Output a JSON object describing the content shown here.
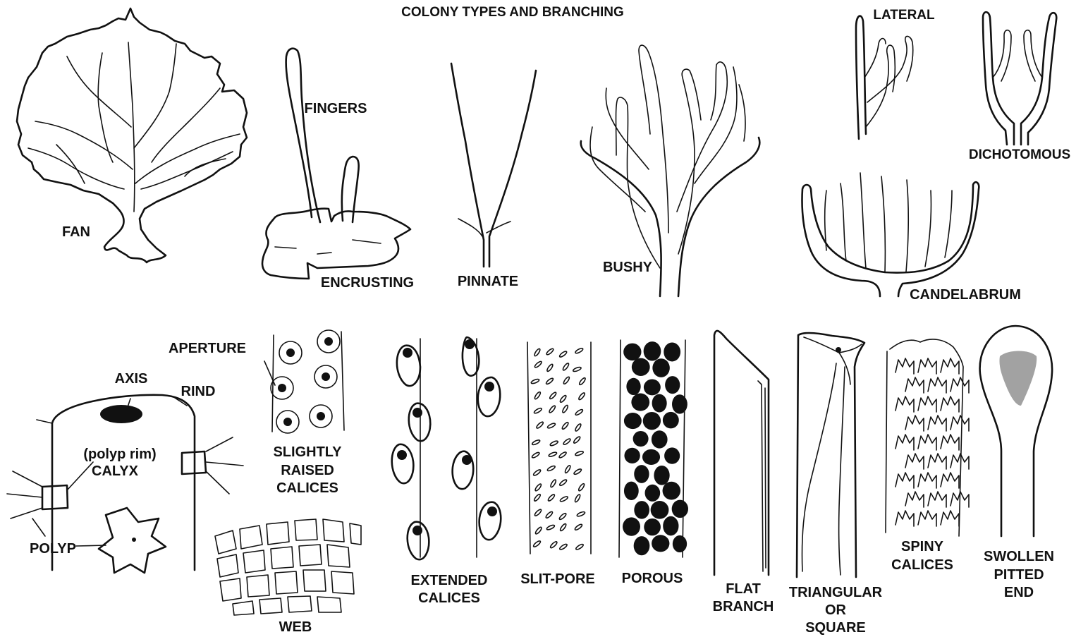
{
  "title": "COLONY TYPES AND BRANCHING",
  "colony_types": {
    "fan": "FAN",
    "fingers": "FINGERS",
    "encrusting": "ENCRUSTING",
    "pinnate": "PINNATE",
    "bushy": "BUSHY",
    "lateral": "LATERAL",
    "dichotomous": "DICHOTOMOUS",
    "candelabrum": "CANDELABRUM"
  },
  "anatomy": {
    "aperture": "APERTURE",
    "axis": "AXIS",
    "rind": "RIND",
    "polyp_rim": "(polyp rim)",
    "calyx": "CALYX",
    "polyp": "POLYP"
  },
  "surfaces": {
    "slightly_raised": [
      "SLIGHTLY",
      "RAISED",
      "CALICES"
    ],
    "web": "WEB",
    "extended": [
      "EXTENDED",
      "CALICES"
    ],
    "slit_pore": "SLIT-PORE",
    "porous": "POROUS",
    "flat_branch": [
      "FLAT",
      "BRANCH"
    ],
    "triangular": [
      "TRIANGULAR",
      "OR",
      "SQUARE"
    ],
    "spiny": [
      "SPINY",
      "CALICES"
    ],
    "swollen": [
      "SWOLLEN",
      "PITTED",
      "END"
    ]
  },
  "colors": {
    "ink": "#111111",
    "paper": "#ffffff"
  }
}
